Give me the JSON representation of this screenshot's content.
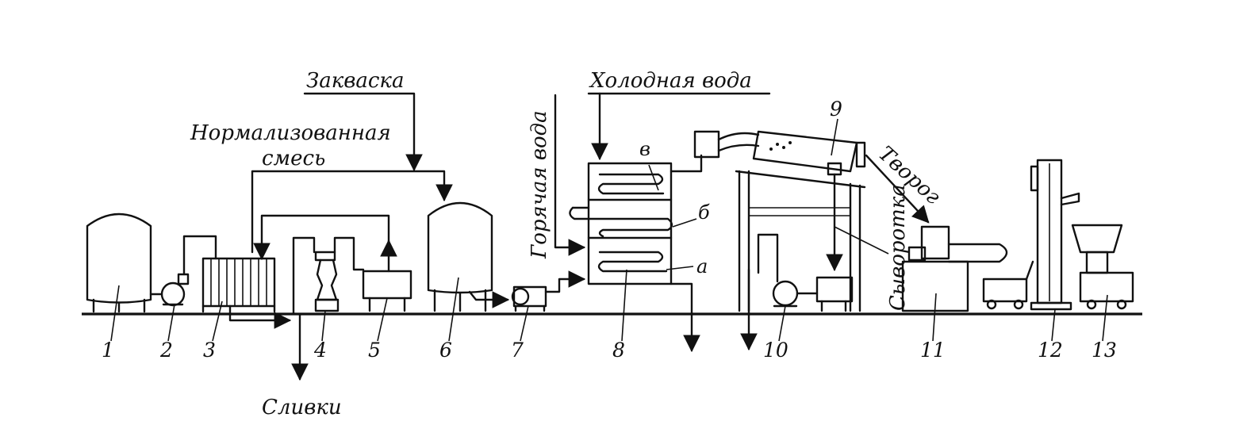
{
  "labels": {
    "starter": "Закваска",
    "normalized_mix_line1": "Нормализованная",
    "normalized_mix_line2": "смесь",
    "cold_water": "Холодная вода",
    "hot_water": "Горячая вода",
    "cottage_cheese": "Творог",
    "whey": "Сыворотка",
    "cream": "Сливки",
    "section_v": "в",
    "section_b": "б",
    "section_a": "а"
  },
  "equipment_numbers": [
    "1",
    "2",
    "3",
    "4",
    "5",
    "6",
    "7",
    "8",
    "9",
    "10",
    "11",
    "12",
    "13"
  ]
}
